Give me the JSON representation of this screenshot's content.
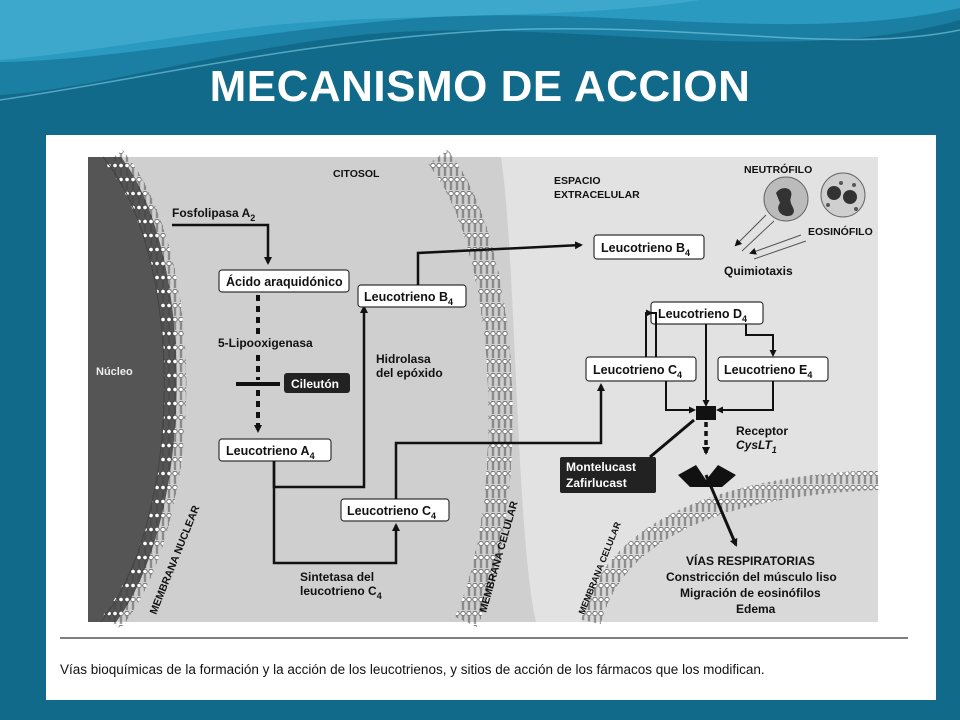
{
  "slide": {
    "title": "MECANISMO DE ACCION"
  },
  "diagram": {
    "regions": {
      "citosol": "CITOSOL",
      "espacio_line1": "ESPACIO",
      "espacio_line2": "EXTRACELULAR",
      "nucleo": "Núcleo",
      "membrana_nuclear": "MEMBRANA NUCLEAR",
      "membrana_celular": "MEMBRANA CELULAR",
      "membrana_celular_2": "MEMBRANA CELULAR"
    },
    "nodes": {
      "fosfolipasa": "Fosfolipasa A",
      "fosfolipasa_sub": "2",
      "acido": "Ácido araquidónico",
      "lipooxigenasa": "5-Lipooxigenasa",
      "cileuton": "Cileutón",
      "lta4": "Leucotrieno A",
      "lta4_sub": "4",
      "ltb4_in": "Leucotrieno B",
      "ltb4_in_sub": "4",
      "hidrolasa_line1": "Hidrolasa",
      "hidrolasa_line2": "del epóxido",
      "ltc4_in": "Leucotrieno C",
      "ltc4_in_sub": "4",
      "sintetasa_line1": "Sintetasa del",
      "sintetasa_line2": "leucotrieno C",
      "sintetasa_sub": "4",
      "ltb4_out": "Leucotrieno B",
      "ltb4_out_sub": "4",
      "ltd4": "Leucotrieno D",
      "ltd4_sub": "4",
      "ltc4_out": "Leucotrieno C",
      "ltc4_out_sub": "4",
      "lte4": "Leucotrieno E",
      "lte4_sub": "4",
      "neutrofilo": "NEUTRÓFILO",
      "eosinofilo": "EOSINÓFILO",
      "quimiotaxis": "Quimiotaxis",
      "receptor_line1": "Receptor",
      "receptor_line2": "CysLT",
      "receptor_sub": "1",
      "montelucast": "Montelucast",
      "zafirlucast": "Zafirlucast",
      "vias_line1": "VÍAS RESPIRATORIAS",
      "vias_line2": "Constricción del músculo liso",
      "vias_line3": "Migración de eosinófilos",
      "vias_line4": "Edema"
    },
    "caption": "Vías bioquímicas de la formación y la acción de los leucotrienos, y sitios de acción de los fármacos que los modifican."
  }
}
